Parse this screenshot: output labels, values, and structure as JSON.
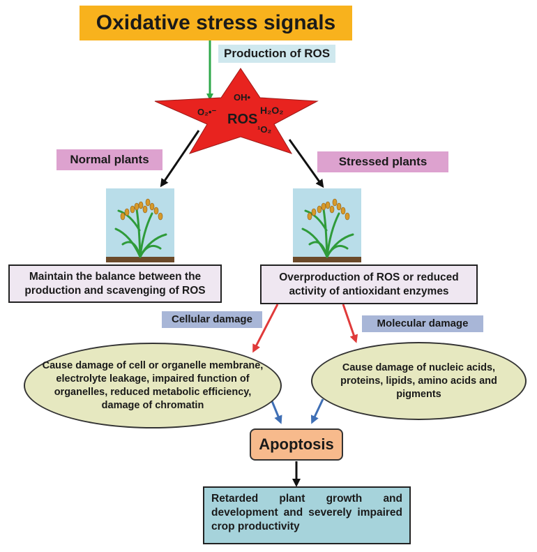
{
  "title": "Oxidative stress signals",
  "production_label": "Production of ROS",
  "ros": {
    "center": "ROS",
    "species": [
      "OH•",
      "O₂•⁻",
      "H₂O₂",
      "¹O₂"
    ]
  },
  "branches": {
    "normal": {
      "label": "Normal plants",
      "outcome": "Maintain the balance between the production and scavenging of ROS"
    },
    "stressed": {
      "label": "Stressed plants",
      "outcome": "Overproduction of ROS  or reduced activity of antioxidant enzymes"
    }
  },
  "damage": {
    "cellular": {
      "label": "Cellular damage",
      "text": "Cause damage of cell or organelle membrane, electrolyte leakage, impaired function of organelles, reduced metabolic efficiency, damage of chromatin"
    },
    "molecular": {
      "label": "Molecular damage",
      "text": "Cause damage of nucleic acids, proteins, lipids, amino acids and pigments"
    }
  },
  "apoptosis": "Apoptosis",
  "result": "Retarded plant growth and development and severely impaired crop productivity",
  "colors": {
    "title_bg": "#f8b21d",
    "star": "#e8231f",
    "green_arrow": "#2ea84a",
    "red_arrow": "#e03a3a",
    "blue_arrow": "#3f6fb5",
    "pink_tag": "#dda2cf",
    "slate_tag": "#a8b6d7",
    "ellipse_fill": "#e6e8c0",
    "apoptosis_fill": "#f7ba8c",
    "result_fill": "#a6d3db"
  }
}
